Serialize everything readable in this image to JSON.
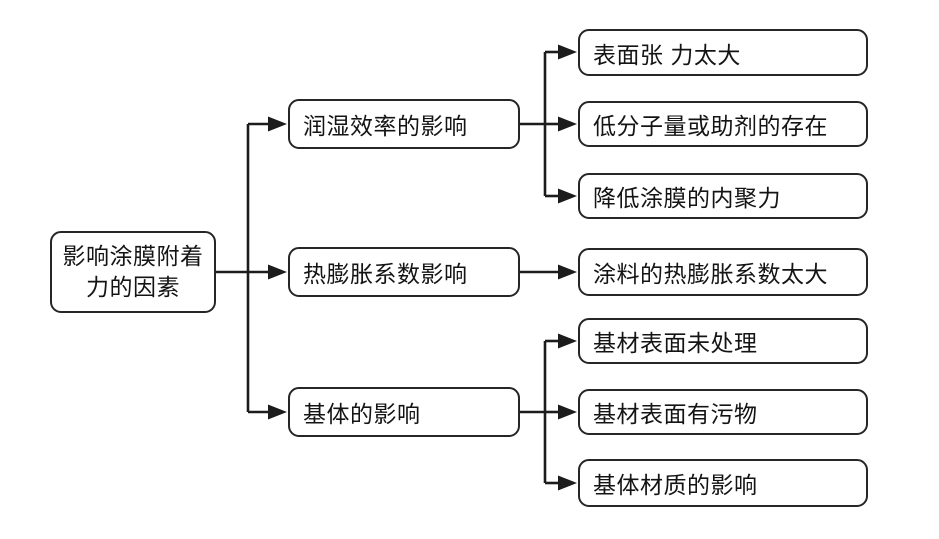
{
  "diagram": {
    "root": {
      "label": "影响涂膜附着力的因素"
    },
    "branches": [
      {
        "label": "润湿效率的影响",
        "children": [
          {
            "label": "表面张 力太大"
          },
          {
            "label": "低分子量或助剂的存在"
          },
          {
            "label": "降低涂膜的内聚力"
          }
        ]
      },
      {
        "label": "热膨胀系数影响",
        "children": [
          {
            "label": "涂料的热膨胀系数太大"
          }
        ]
      },
      {
        "label": "基体的影响",
        "children": [
          {
            "label": "基材表面未处理"
          },
          {
            "label": "基材表面有污物"
          },
          {
            "label": "基体材质的影响"
          }
        ]
      }
    ]
  }
}
